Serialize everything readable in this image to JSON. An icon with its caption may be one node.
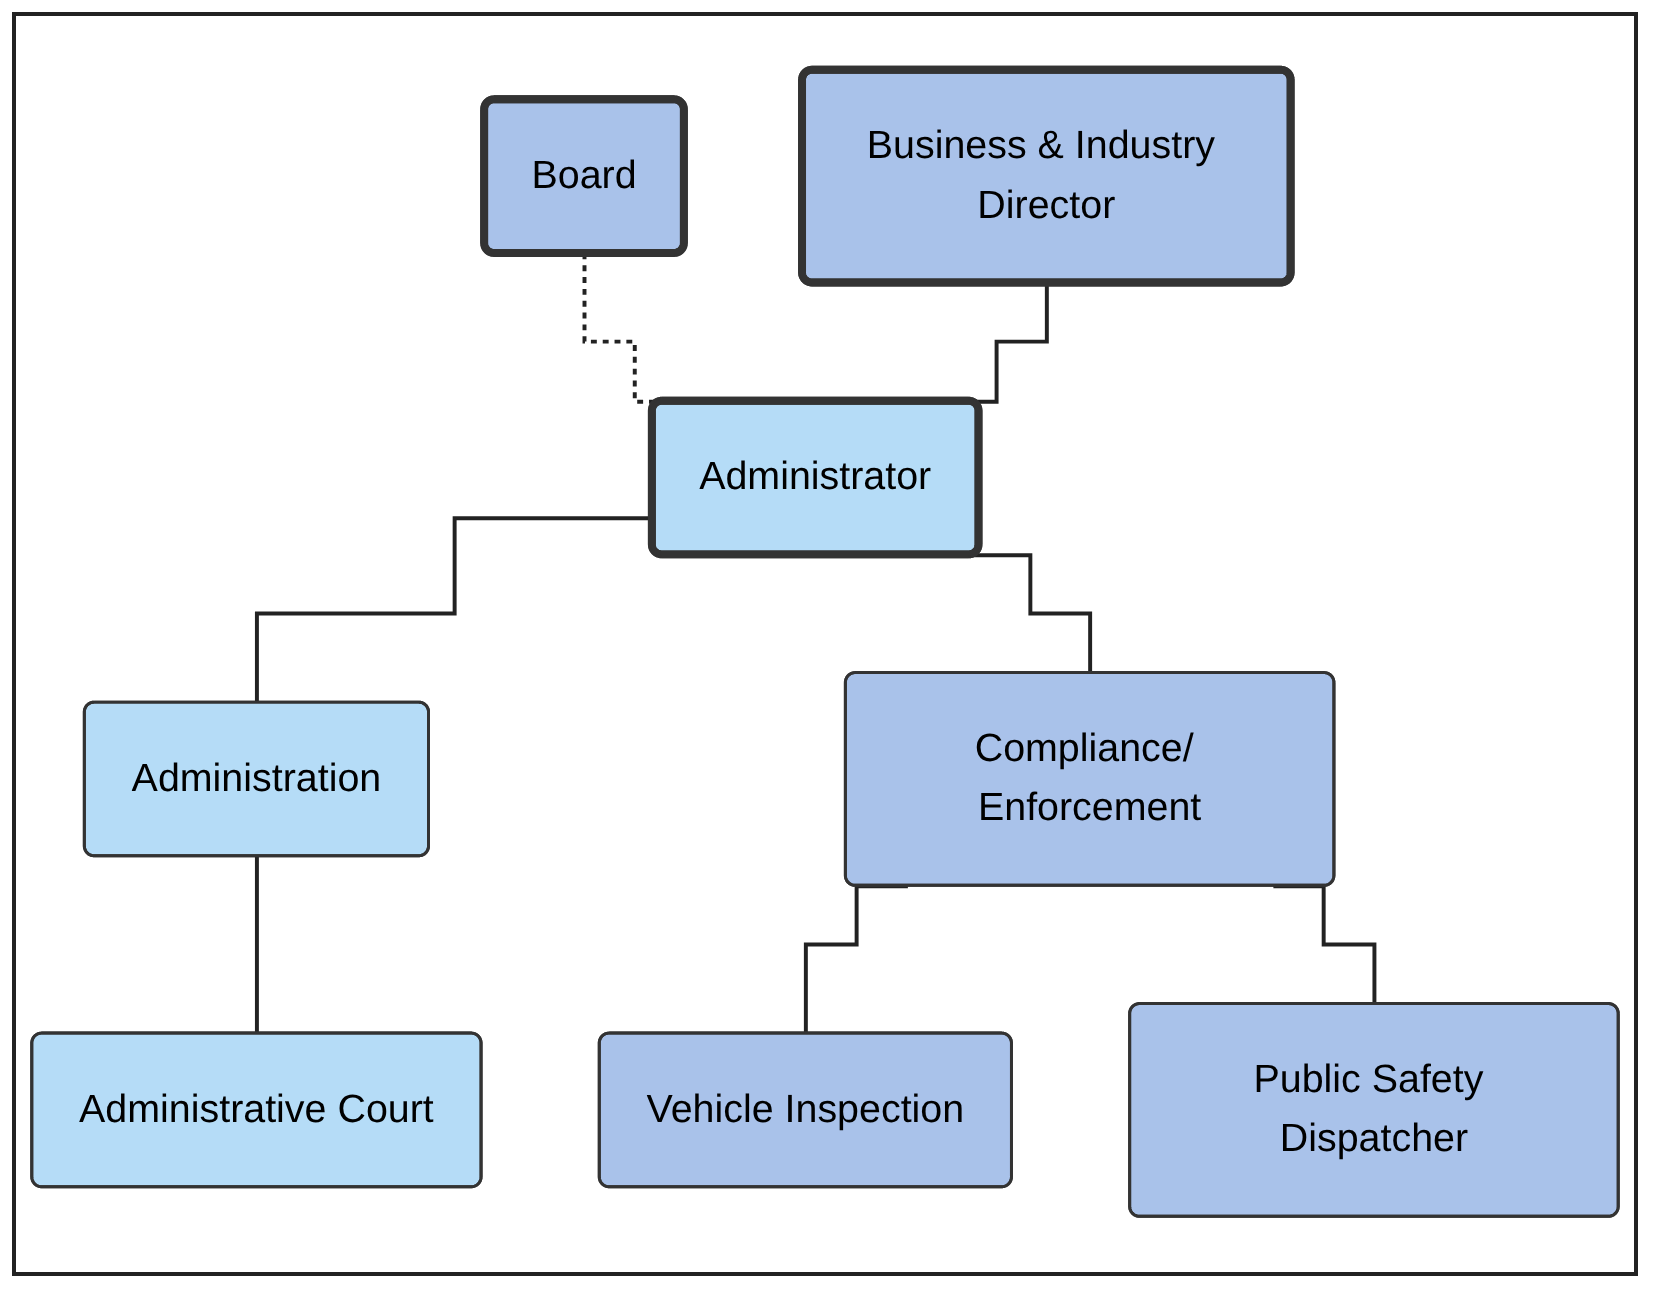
{
  "diagram": {
    "nodes": [
      {
        "text": [
          "Board"
        ]
      },
      {
        "text": [
          "Business & Industry Director"
        ]
      },
      {
        "text": [
          "Administrator"
        ]
      },
      {
        "text": [
          "Administration"
        ]
      },
      {
        "text": [
          "Compliance/ Enforcement"
        ]
      },
      {
        "text": [
          "Administrative Court"
        ]
      },
      {
        "text": [
          "Vehicle Inspection"
        ]
      },
      {
        "text": [
          "Public Safety Dispatcher"
        ]
      }
    ],
    "edges": [
      {
        "from": 0,
        "to": 2,
        "arrow": "none",
        "style": "dashed"
      },
      {
        "from": 1,
        "to": 2,
        "arrow": "none"
      },
      {
        "from": 2,
        "to": 3,
        "arrow": "none"
      },
      {
        "from": 2,
        "to": 4,
        "arrow": "none"
      },
      {
        "from": 3,
        "to": 5,
        "arrow": "none"
      },
      {
        "from": 4,
        "to": 6,
        "arrow": "none"
      },
      {
        "from": 4,
        "to": 7,
        "arrow": "none"
      }
    ]
  }
}
